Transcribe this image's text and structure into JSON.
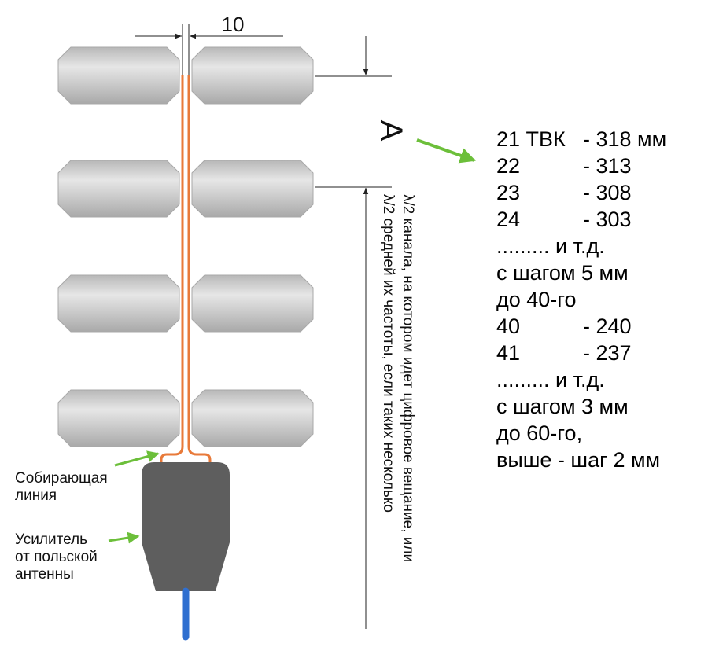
{
  "dimension": {
    "gap_value": "10"
  },
  "a_marker": "A",
  "vertical_note": {
    "line1": "λ/2 канала, на котором идет цифровое вещание, или",
    "line2": "λ/2 средней их частоты, если таких несколько"
  },
  "labels": {
    "collecting_line": [
      "Собирающая",
      "линия"
    ],
    "amplifier": [
      "Усилитель",
      "от польской",
      "антенны"
    ]
  },
  "table": [
    {
      "left": "21 ТВК",
      "right": "- 318 мм"
    },
    {
      "left": "22",
      "right": "- 313"
    },
    {
      "left": "23",
      "right": "- 308"
    },
    {
      "left": "24",
      "right": "- 303"
    },
    {
      "left": "......... и т.д.",
      "right": ""
    },
    {
      "left": "с шагом 5 мм",
      "right": ""
    },
    {
      "left": "до 40-го",
      "right": ""
    },
    {
      "left": "40",
      "right": "- 240"
    },
    {
      "left": "41",
      "right": "- 237"
    },
    {
      "left": "......... и т.д.",
      "right": ""
    },
    {
      "left": "с шагом 3 мм",
      "right": ""
    },
    {
      "left": "до 60-го,",
      "right": ""
    },
    {
      "left": "выше - шаг 2 мм",
      "right": ""
    }
  ],
  "colors": {
    "element_gray": "#c4c4c4",
    "feed_line": "#e87a3a",
    "amplifier": "#5e5e5e",
    "cable": "#2f6fd0",
    "arrow_green": "#6cbf3a"
  }
}
